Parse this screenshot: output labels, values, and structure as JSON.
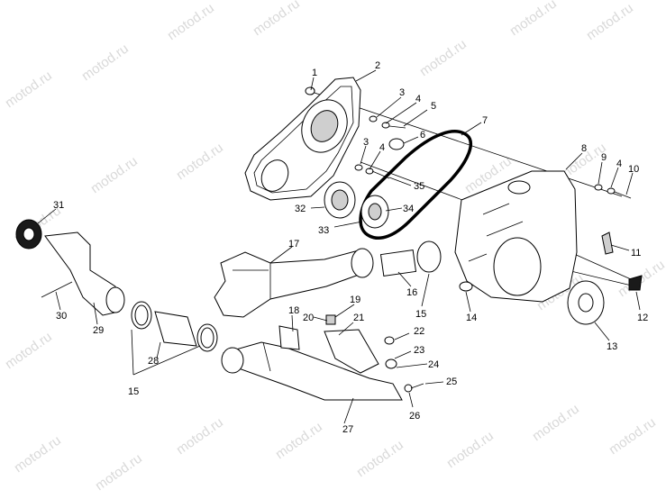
{
  "watermark": {
    "text": "motod.ru"
  },
  "callouts": [
    {
      "id": "c1",
      "text": "1"
    },
    {
      "id": "c2",
      "text": "2"
    },
    {
      "id": "c3a",
      "text": "3"
    },
    {
      "id": "c4a",
      "text": "4"
    },
    {
      "id": "c5",
      "text": "5"
    },
    {
      "id": "c6",
      "text": "6"
    },
    {
      "id": "c7",
      "text": "7"
    },
    {
      "id": "c3b",
      "text": "3"
    },
    {
      "id": "c4b",
      "text": "4"
    },
    {
      "id": "c35",
      "text": "35"
    },
    {
      "id": "c8",
      "text": "8"
    },
    {
      "id": "c9",
      "text": "9"
    },
    {
      "id": "c4c",
      "text": "4"
    },
    {
      "id": "c10",
      "text": "10"
    },
    {
      "id": "c31",
      "text": "31"
    },
    {
      "id": "c32",
      "text": "32"
    },
    {
      "id": "c34",
      "text": "34"
    },
    {
      "id": "c33",
      "text": "33"
    },
    {
      "id": "c17",
      "text": "17"
    },
    {
      "id": "c11",
      "text": "11"
    },
    {
      "id": "c16",
      "text": "16"
    },
    {
      "id": "c15a",
      "text": "15"
    },
    {
      "id": "c14",
      "text": "14"
    },
    {
      "id": "c12",
      "text": "12"
    },
    {
      "id": "c30",
      "text": "30"
    },
    {
      "id": "c29",
      "text": "29"
    },
    {
      "id": "c19",
      "text": "19"
    },
    {
      "id": "c18",
      "text": "18"
    },
    {
      "id": "c20",
      "text": "20"
    },
    {
      "id": "c21",
      "text": "21"
    },
    {
      "id": "c13",
      "text": "13"
    },
    {
      "id": "c22",
      "text": "22"
    },
    {
      "id": "c28",
      "text": "28"
    },
    {
      "id": "c23",
      "text": "23"
    },
    {
      "id": "c24",
      "text": "24"
    },
    {
      "id": "c15b",
      "text": "15"
    },
    {
      "id": "c25",
      "text": "25"
    },
    {
      "id": "c26",
      "text": "26"
    },
    {
      "id": "c27",
      "text": "27"
    }
  ]
}
